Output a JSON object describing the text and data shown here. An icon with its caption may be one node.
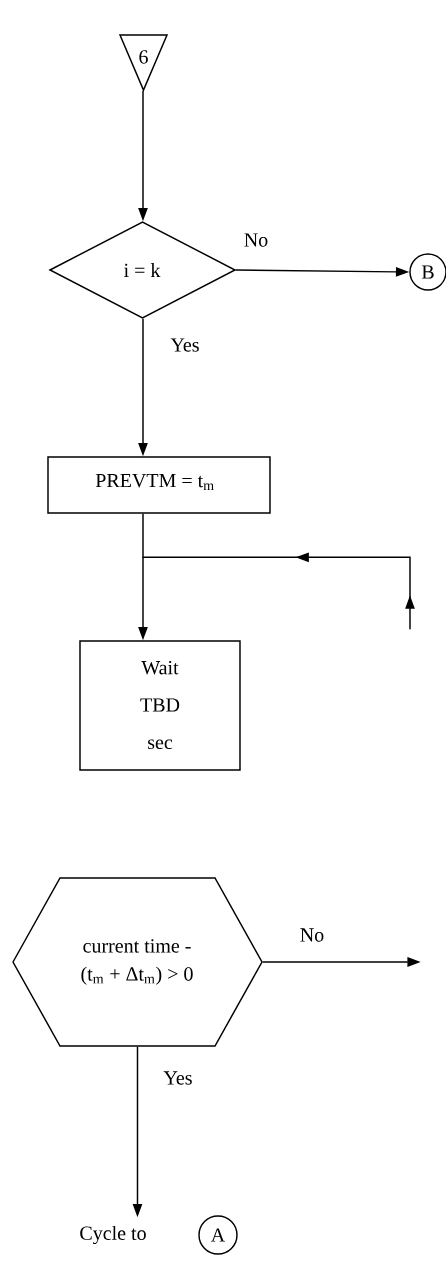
{
  "diagram": {
    "nodes": [
      {
        "text": [
          "6"
        ]
      },
      {
        "text": [
          "i = k"
        ]
      },
      {
        "text": [
          "B"
        ]
      },
      {
        "text": [
          "PREVTM = t$_{m}$"
        ]
      },
      {
        "text": [
          "Wait TBD sec"
        ]
      },
      {
        "text": [
          "current time - (t$_{m}$ + Δt$_{m}$) > 0"
        ]
      },
      {
        "text": [
          "Cycle to"
        ]
      },
      {
        "text": [
          "A"
        ]
      }
    ],
    "edges": [
      {
        "from": 0,
        "to": 1,
        "arrow": "to"
      },
      {
        "from": 1,
        "to": 2,
        "arrow": "to",
        "label": "No"
      },
      {
        "from": 1,
        "to": 3,
        "arrow": "to",
        "label": "Yes"
      },
      {
        "from": 3,
        "to": 4,
        "arrow": "to"
      },
      {
        "from": null,
        "to": 4,
        "arrow": "to"
      },
      {
        "from": 5,
        "to": null,
        "arrow": "to",
        "label": "No"
      },
      {
        "from": 5,
        "to": 6,
        "arrow": "to",
        "label": "Yes"
      }
    ]
  }
}
